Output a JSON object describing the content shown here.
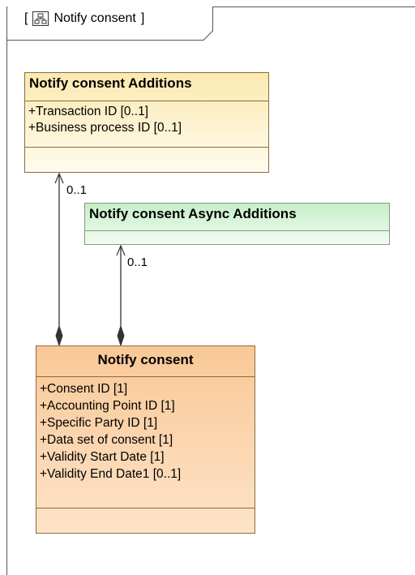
{
  "frame": {
    "open_bracket": "[",
    "title": "Notify consent",
    "close_bracket": "]",
    "icon": "diagram-icon"
  },
  "classes": {
    "additions": {
      "name": "Notify consent Additions",
      "attributes": [
        "+Transaction ID [0..1]",
        "+Business process ID [0..1]"
      ]
    },
    "async_additions": {
      "name": "Notify consent Async Additions"
    },
    "notify_consent": {
      "name": "Notify consent",
      "attributes": [
        "+Consent ID [1]",
        "+Accounting Point ID [1]",
        "+Specific Party ID [1]",
        "+Data set of consent [1]",
        "+Validity Start Date [1]",
        "+Validity End Date1 [0..1]"
      ]
    }
  },
  "associations": {
    "to_additions_multiplicity": "0..1",
    "to_async_multiplicity": "0..1"
  },
  "colors": {
    "additions_fill": "#fbe9b0",
    "async_fill": "#c5efc7",
    "notify_fill": "#f9c896",
    "border": "#8b6b3e"
  }
}
